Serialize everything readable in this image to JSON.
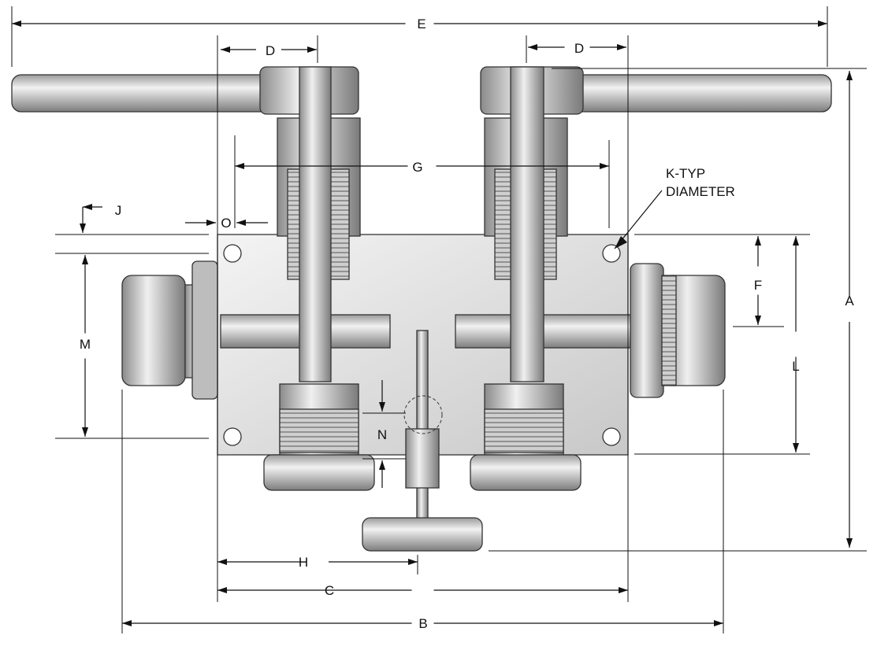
{
  "diagram": {
    "dimensions": {
      "A": "A",
      "B": "B",
      "C": "C",
      "D_left": "D",
      "D_right": "D",
      "E": "E",
      "F": "F",
      "G": "G",
      "H": "H",
      "J": "J",
      "L": "L",
      "M": "M",
      "N": "N",
      "O": "O"
    },
    "callout": {
      "line1": "K-TYP",
      "line2": "DIAMETER"
    },
    "colors": {
      "metal_light": "#e2e2e2",
      "metal_mid": "#b8b8b8",
      "metal_dark": "#7a7a7a",
      "line": "#111111"
    }
  }
}
